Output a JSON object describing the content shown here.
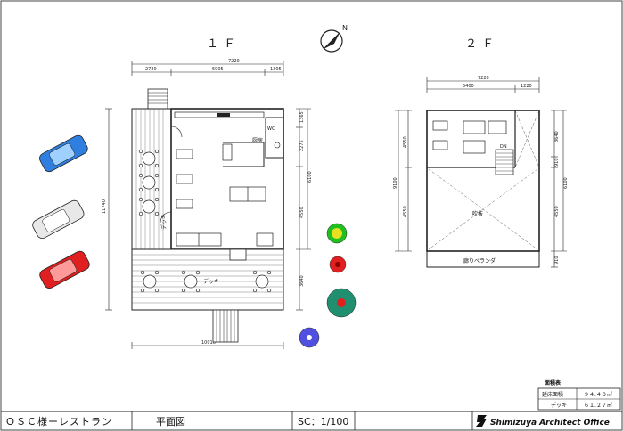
{
  "drawing": {
    "floor1_label": "１Ｆ",
    "floor2_label": "２Ｆ",
    "north_label": "N"
  },
  "floor1": {
    "dims_top": [
      "7220",
      "2720",
      "5905",
      "1305"
    ],
    "dims_left": "11740",
    "dims_right": [
      "1365",
      "2275",
      "4550",
      "6100",
      "3640"
    ],
    "dim_bottom": "10010",
    "labels": {
      "kitchen": "厨房",
      "wc": "WC",
      "deck_side": "デッキ",
      "deck_front": "デッキ"
    }
  },
  "floor2": {
    "dims_top": [
      "7220",
      "5400",
      "1220"
    ],
    "dims_left": [
      "4550",
      "9100",
      "4550"
    ],
    "dims_right": [
      "3640",
      "910",
      "6100",
      "4550",
      "910"
    ],
    "labels": {
      "stair_dn": "DN",
      "void": "吹抜",
      "veranda": "廊りベランダ"
    }
  },
  "area_table": {
    "title": "面積表",
    "rows": [
      {
        "label": "延床面積",
        "value": "９４.４０㎡"
      },
      {
        "label": "デッキ",
        "value": "６１.２７㎡"
      }
    ]
  },
  "title_block": {
    "project": "ＯＳＣ様ーレストラン",
    "drawing": "平面図",
    "scale": "SC：1/100",
    "office": "Shimizuya Architect Office"
  },
  "colors": {
    "car1": "#2f7fe0",
    "car2": "#e8e8e8",
    "car3": "#e02020",
    "tree_yellow": "#e8e020",
    "tree_green": "#20c020",
    "tree_red": "#e02020",
    "tree_teal": "#1f8f6f",
    "tree_blue": "#5050e0"
  }
}
